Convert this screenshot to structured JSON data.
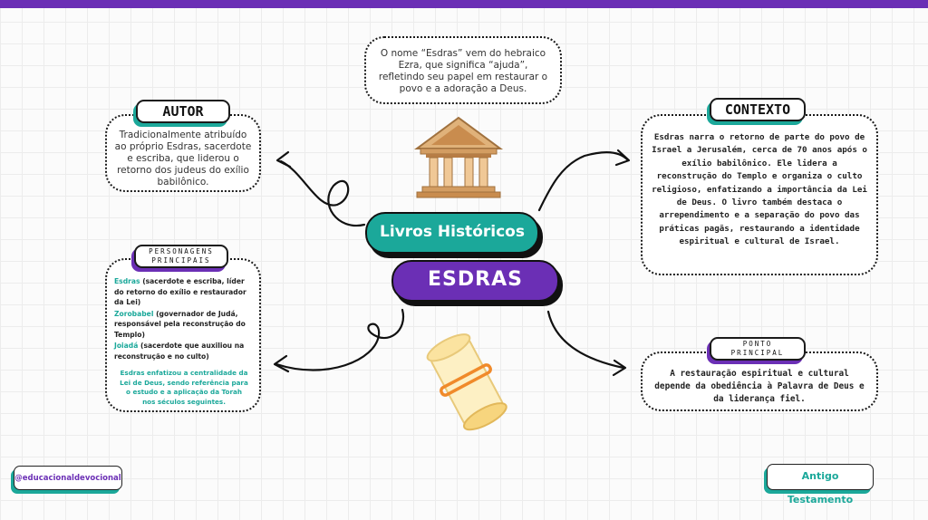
{
  "top_note": "O nome “Esdras” vem do hebraico Ezra, que significa “ajuda”, refletindo seu papel em restaurar o povo e a adoração a Deus.",
  "center": {
    "title": "Livros Históricos",
    "subtitle": "ESDRAS"
  },
  "autor": {
    "label": "AUTOR",
    "text": "Tradicionalmente atribuído ao próprio Esdras, sacerdote e escriba, que liderou o retorno dos judeus do exílio babilônico."
  },
  "contexto": {
    "label": "CONTEXTO",
    "text": "Esdras narra o retorno de parte do povo de Israel a Jerusalém, cerca de 70 anos após o exílio babilônico. Ele lidera a reconstrução do Templo e organiza o culto religioso, enfatizando a importância da Lei de Deus. O livro também destaca o arrependimento e a separação do povo das práticas pagãs, restaurando a identidade espiritual e cultural de Israel."
  },
  "personagens": {
    "label_line1": "PERSONAGENS",
    "label_line2": "PRINCIPAIS",
    "items": [
      {
        "name": "Esdras",
        "desc": " (sacerdote e escriba, líder do retorno do exílio e restaurador da Lei)"
      },
      {
        "name": "Zorobabel",
        "desc": " (governador de Judá, responsável pela reconstrução do Templo)"
      },
      {
        "name": "Joiadá",
        "desc": " (sacerdote que auxiliou na reconstrução e no culto)"
      }
    ],
    "note": "Esdras enfatizou a centralidade da Lei de Deus, sendo referência para o estudo e a aplicação da Torah nos séculos seguintes."
  },
  "ponto": {
    "label_line1": "PONTO",
    "label_line2": "PRINCIPAL",
    "text": "A restauração espiritual e cultural depende da obediência à Palavra de Deus e da liderança fiel."
  },
  "footer": {
    "handle": "@educacionaldevocional",
    "testament": "Antigo Testamento"
  },
  "icons": [
    "temple-icon",
    "scroll-icon"
  ],
  "colors": {
    "purple": "#6b2fb5",
    "teal": "#1ba89a"
  }
}
